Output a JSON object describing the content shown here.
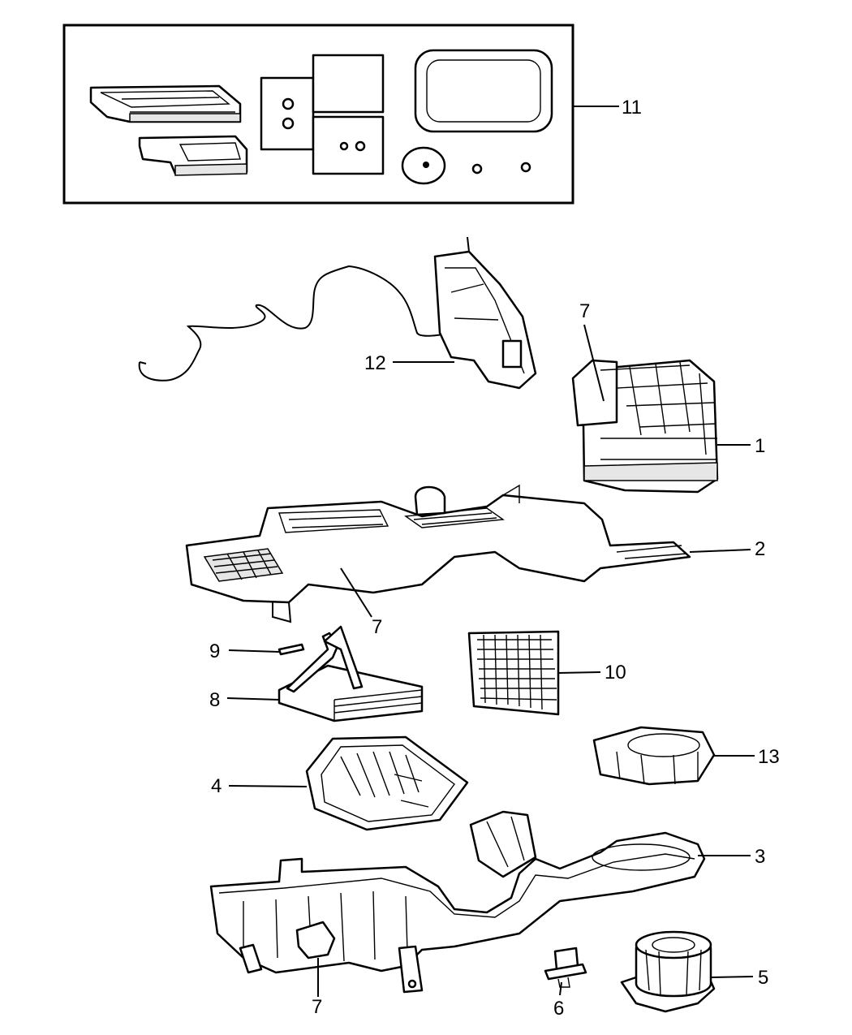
{
  "callouts": {
    "c1": "1",
    "c2": "2",
    "c3": "3",
    "c4": "4",
    "c5": "5",
    "c6": "6",
    "c7a": "7",
    "c7b": "7",
    "c7c": "7",
    "c8": "8",
    "c9": "9",
    "c10": "10",
    "c11": "11",
    "c12": "12",
    "c13": "13"
  }
}
